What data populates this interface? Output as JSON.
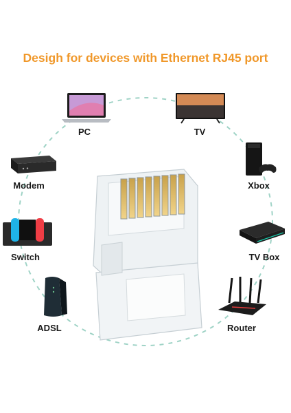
{
  "headline": "Desigh for devices with Ethernet RJ45 port",
  "colors": {
    "accent": "#f0982a",
    "ring": "#9fd3c6",
    "text": "#1a1a1a"
  },
  "devices": [
    {
      "label": "PC",
      "icon": "laptop-icon"
    },
    {
      "label": "TV",
      "icon": "tv-icon"
    },
    {
      "label": "Modem",
      "icon": "modem-icon"
    },
    {
      "label": "Xbox",
      "icon": "console-icon"
    },
    {
      "label": "Switch",
      "icon": "handheld-console-icon"
    },
    {
      "label": "TV Box",
      "icon": "tv-box-icon"
    },
    {
      "label": "ADSL",
      "icon": "adsl-router-icon"
    },
    {
      "label": "Router",
      "icon": "wifi-router-icon"
    }
  ],
  "center_image": "rj45-connector-icon"
}
